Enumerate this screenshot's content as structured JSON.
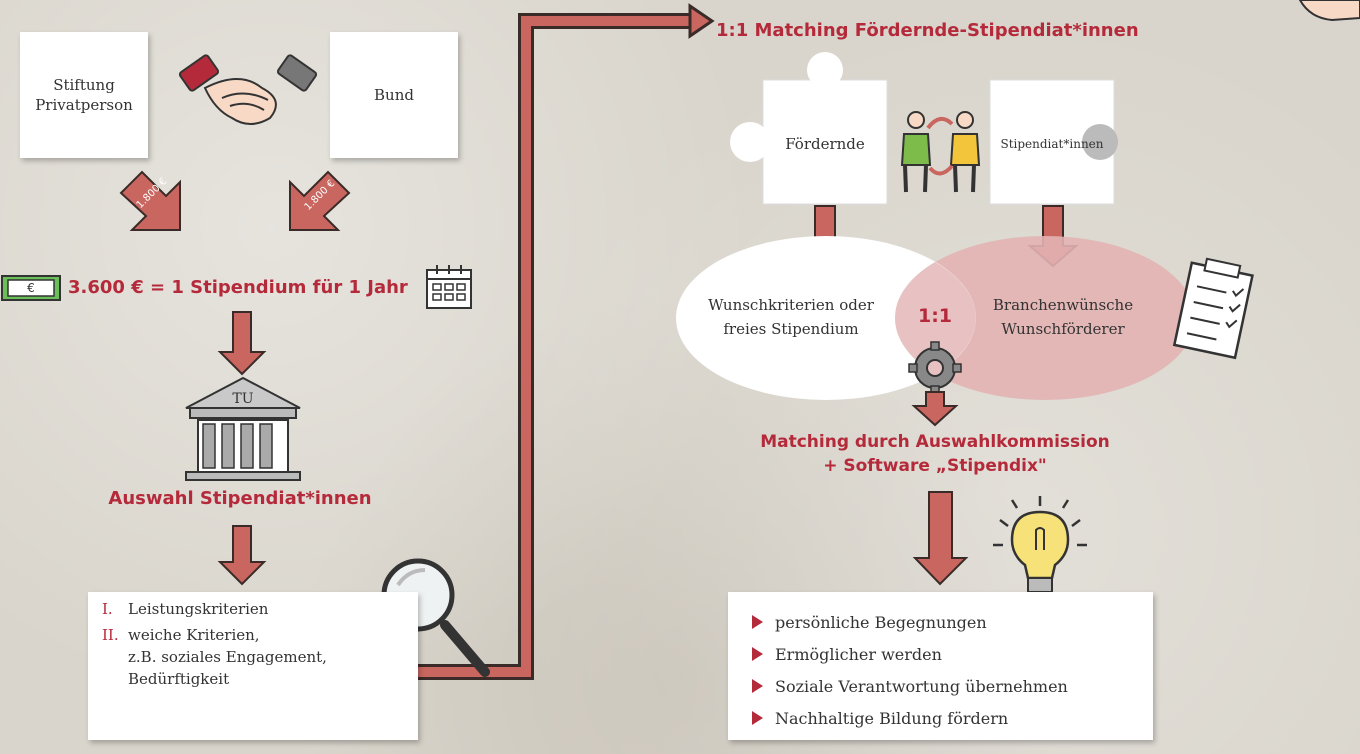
{
  "left": {
    "box_stiftung": "Stiftung\nPrivatperson",
    "box_bund": "Bund",
    "arrow_left_amount": "1.800 €",
    "arrow_right_amount": "1.800 €",
    "money_symbol": "€",
    "stipend_line": "3.600 € = 1 Stipendium für 1 Jahr",
    "building_label": "TU",
    "selection_title": "Auswahl Stipendiat*innen",
    "criteria": [
      {
        "num": "I.",
        "text": "Leistungskriterien"
      },
      {
        "num": "II.",
        "text": "weiche Kriterien,\nz.B. soziales Engagement,\nBedürftigkeit"
      }
    ]
  },
  "right": {
    "matching_title": "1:1 Matching Fördernde-Stipendiat*innen",
    "puzzle_left": "Fördernde",
    "puzzle_right": "Stipendiat*innen",
    "ellipse_left": "Wunschkriterien oder\nfreies Stipendium",
    "ellipse_center": "1:1",
    "ellipse_right": "Branchenwünsche\nWunschförderer",
    "matching_line1": "Matching durch Auswahlkommission",
    "matching_line2": "+ Software „Stipendix\"",
    "benefits": [
      "persönliche Begegnungen",
      "Ermöglicher werden",
      "Soziale Verantwortung übernehmen",
      "Nachhaltige Bildung fördern"
    ]
  },
  "colors": {
    "accent": "#b52a3a",
    "arrow": "#c9665f",
    "arrow_border": "#3a2a28",
    "pink_ellipse": "#e2b3b3"
  }
}
